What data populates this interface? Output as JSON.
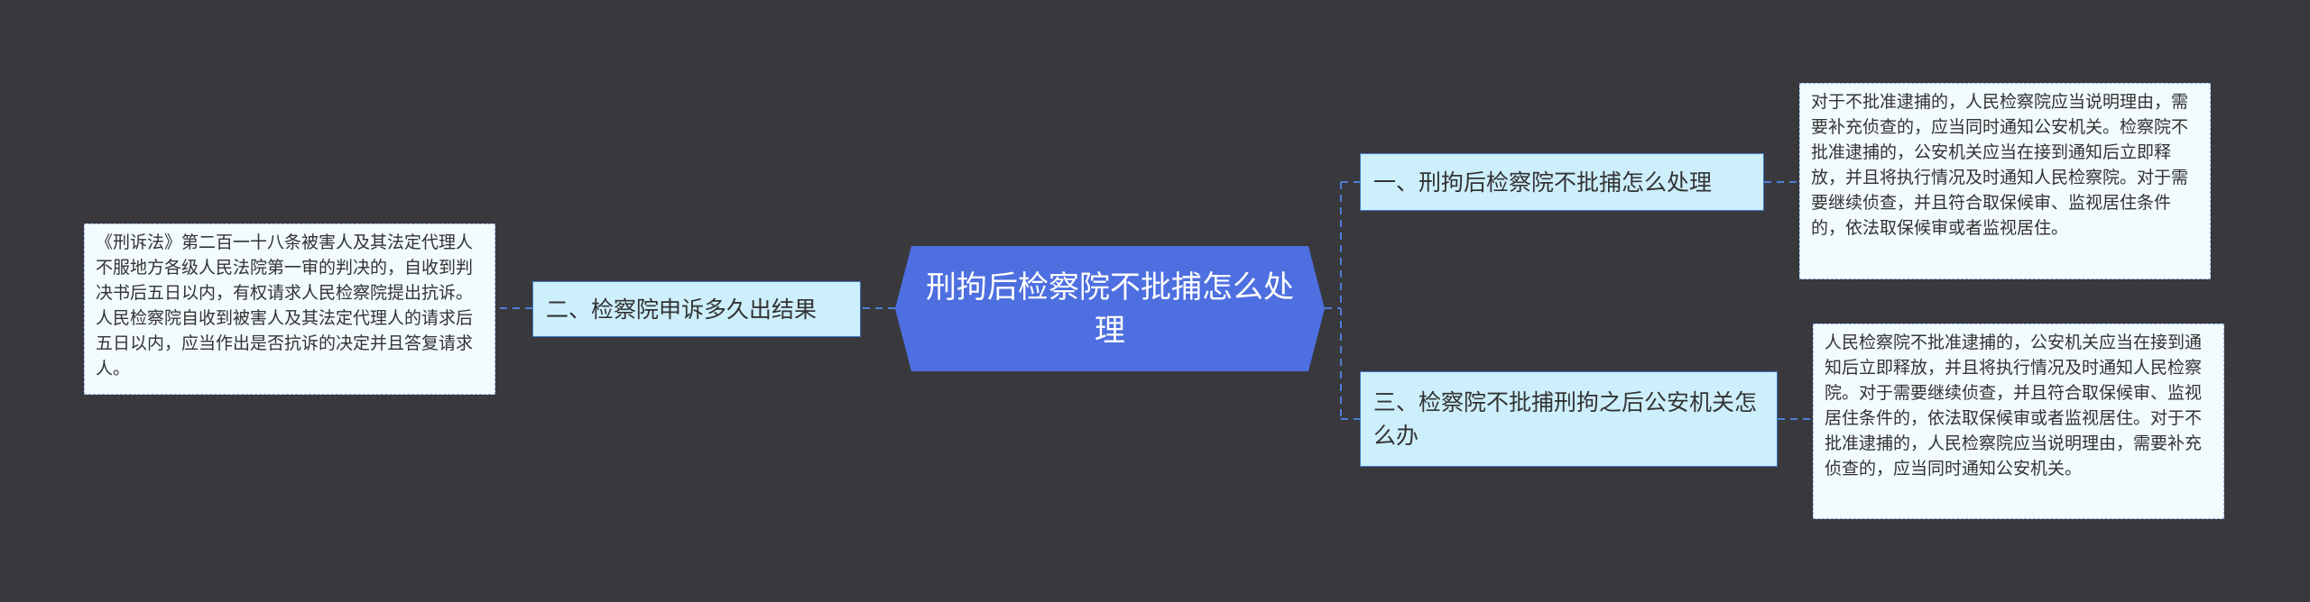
{
  "diagram": {
    "central": {
      "label": "刑拘后检察院不批捕怎么处理",
      "fill": "#4e6fe0"
    },
    "branches": [
      {
        "id": "b1",
        "label": "一、刑拘后检察院不批捕怎么处理",
        "detail": "对于不批准逮捕的，人民检察院应当说明理由，需要补充侦查的，应当同时通知公安机关。检察院不批准逮捕的，公安机关应当在接到通知后立即释放，并且将执行情况及时通知人民检察院。对于需要继续侦查，并且符合取保候审、监视居住条件的，依法取保候审或者监视居住。"
      },
      {
        "id": "b2",
        "label": "二、检察院申诉多久出结果",
        "detail": "《刑诉法》第二百一十八条被害人及其法定代理人不服地方各级人民法院第一审的判决的，自收到判决书后五日以内，有权请求人民检察院提出抗诉。人民检察院自收到被害人及其法定代理人的请求后五日以内，应当作出是否抗诉的决定并且答复请求人。"
      },
      {
        "id": "b3",
        "label": "三、检察院不批捕刑拘之后公安机关怎么办",
        "detail": "人民检察院不批准逮捕的，公安机关应当在接到通知后立即释放，并且将执行情况及时通知人民检察院。对于需要继续侦查，并且符合取保候审、监视居住条件的，依法取保候审或者监视居住。对于不批准逮捕的，人民检察院应当说明理由，需要补充侦查的，应当同时通知公安机关。"
      }
    ],
    "colors": {
      "background": "#39383c",
      "branch_fill": "#cdeffc",
      "leaf_fill": "#f2fbfe",
      "line": "#4c7ed6"
    }
  }
}
